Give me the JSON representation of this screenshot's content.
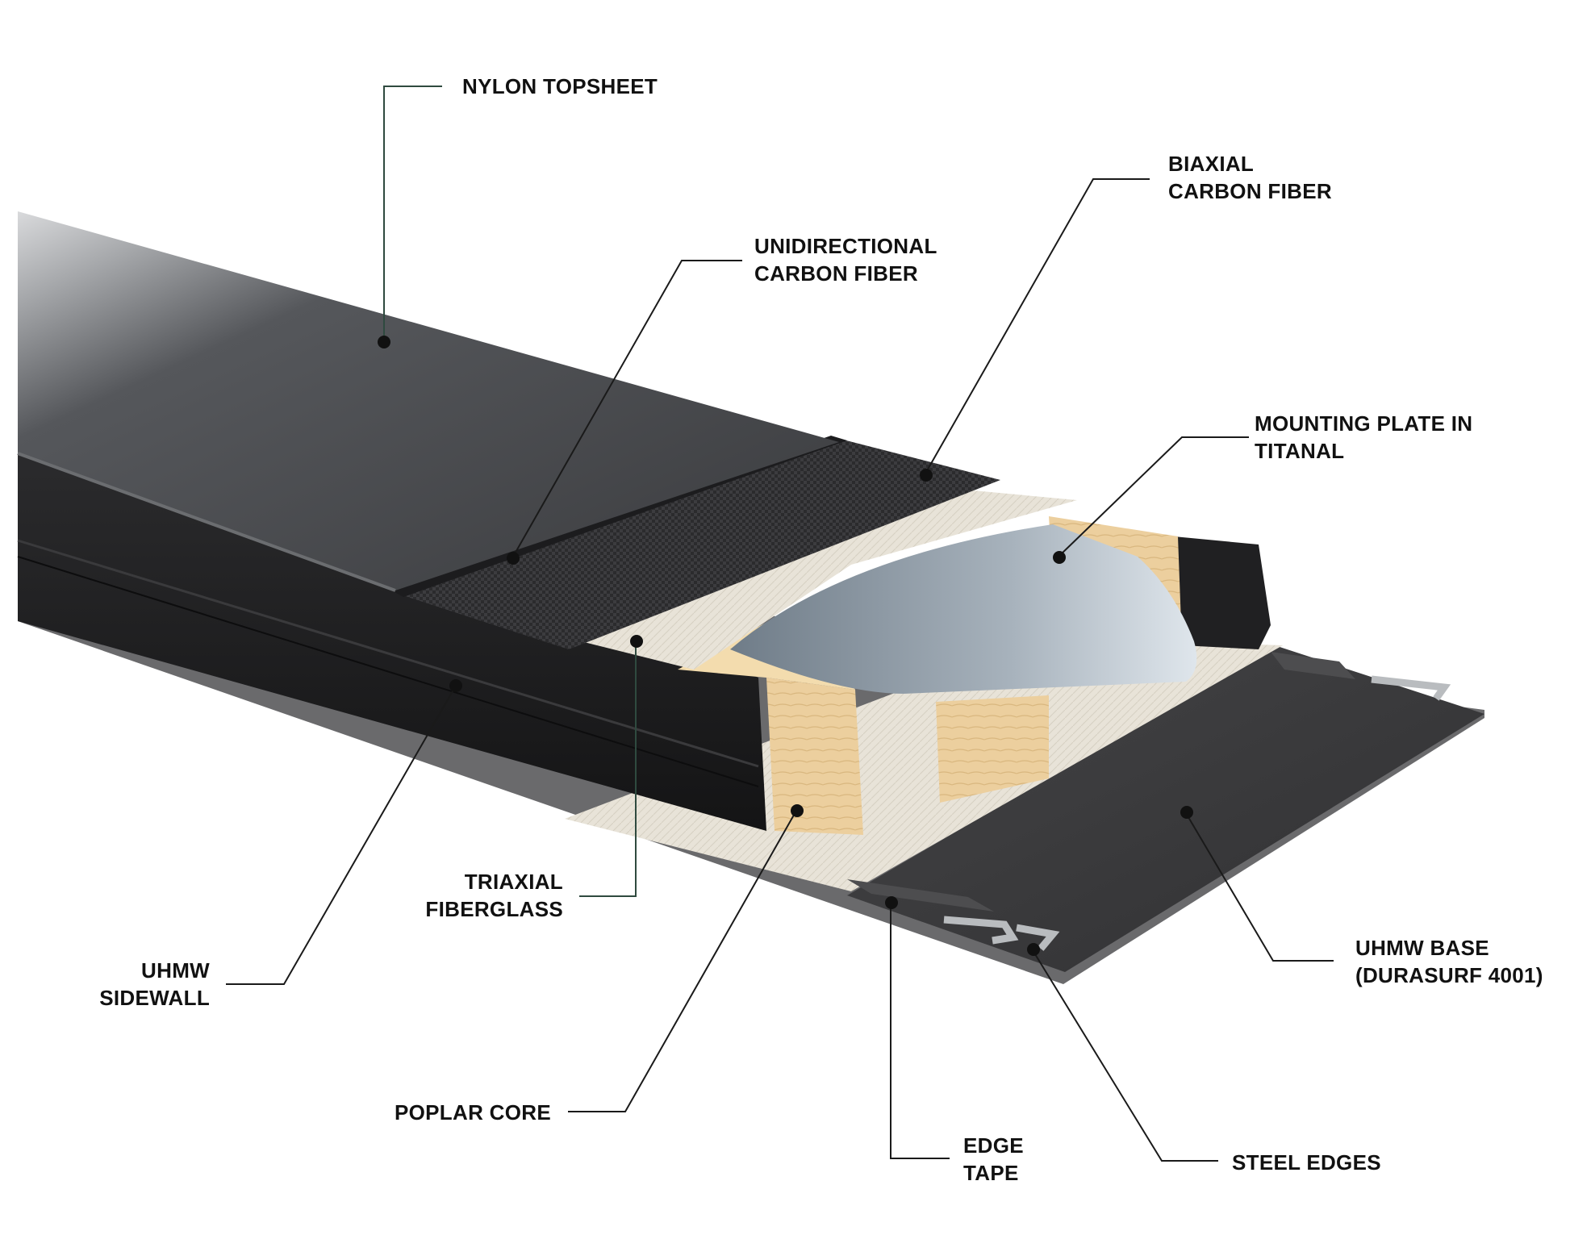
{
  "labels": {
    "nylon_topsheet": [
      "NYLON TOPSHEET"
    ],
    "biaxial_carbon_fiber": [
      "BIAXIAL",
      "CARBON FIBER"
    ],
    "unidirectional_carbon_fiber": [
      "UNIDIRECTIONAL",
      "CARBON FIBER"
    ],
    "mounting_plate": [
      "MOUNTING PLATE IN",
      "TITANAL"
    ],
    "triaxial_fiberglass": [
      "TRIAXIAL",
      "FIBERGLASS"
    ],
    "uhmw_sidewall": [
      "UHMW",
      "SIDEWALL"
    ],
    "uhmw_base": [
      "UHMW BASE",
      "(DURASURF 4001)"
    ],
    "poplar_core": [
      "POPLAR CORE"
    ],
    "edge_tape": [
      "EDGE",
      "TAPE"
    ],
    "steel_edges": [
      "STEEL EDGES"
    ]
  },
  "colors": {
    "text": "#111111",
    "leader_line": "#1a1a1a",
    "leader_line_accent": "#2f4a3f",
    "topsheet": "#3a3b3e",
    "sidewall": "#1c1c1e",
    "carbon": "#2a2a2c",
    "fiberglass": "#e6e1d6",
    "poplar": "#eccf9e",
    "titanal": "#8e9aa6",
    "base": "#3d3d3f",
    "edge_tape": "#4a4a4a",
    "steel": "#b9bcbf"
  }
}
